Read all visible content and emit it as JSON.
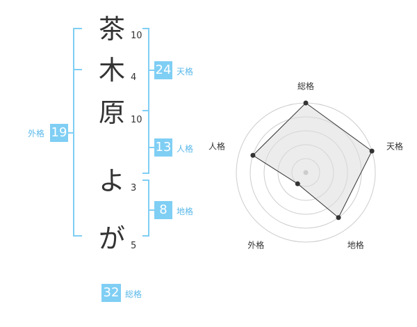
{
  "name_chars": [
    "茶",
    "木",
    "原",
    "よ",
    "が"
  ],
  "strokes": [
    "10",
    "4",
    "10",
    "3",
    "5"
  ],
  "kaku": {
    "gaikaku": {
      "value": "19",
      "label": "外格"
    },
    "tenkaku": {
      "value": "24",
      "label": "天格"
    },
    "jinkaku": {
      "value": "13",
      "label": "人格"
    },
    "chikaku": {
      "value": "8",
      "label": "地格"
    },
    "soukaku": {
      "value": "32",
      "label": "総格"
    }
  },
  "colors": {
    "accent": "#7fcef4",
    "accent_text": "#5bb9ea",
    "line": "#333333",
    "ring": "#cccccc",
    "fill": "#eeeeee"
  },
  "chart_data": {
    "type": "radar",
    "axes": [
      "総格",
      "天格",
      "地格",
      "外格",
      "人格"
    ],
    "values": [
      5,
      5,
      4,
      1,
      4
    ],
    "max": 5
  }
}
